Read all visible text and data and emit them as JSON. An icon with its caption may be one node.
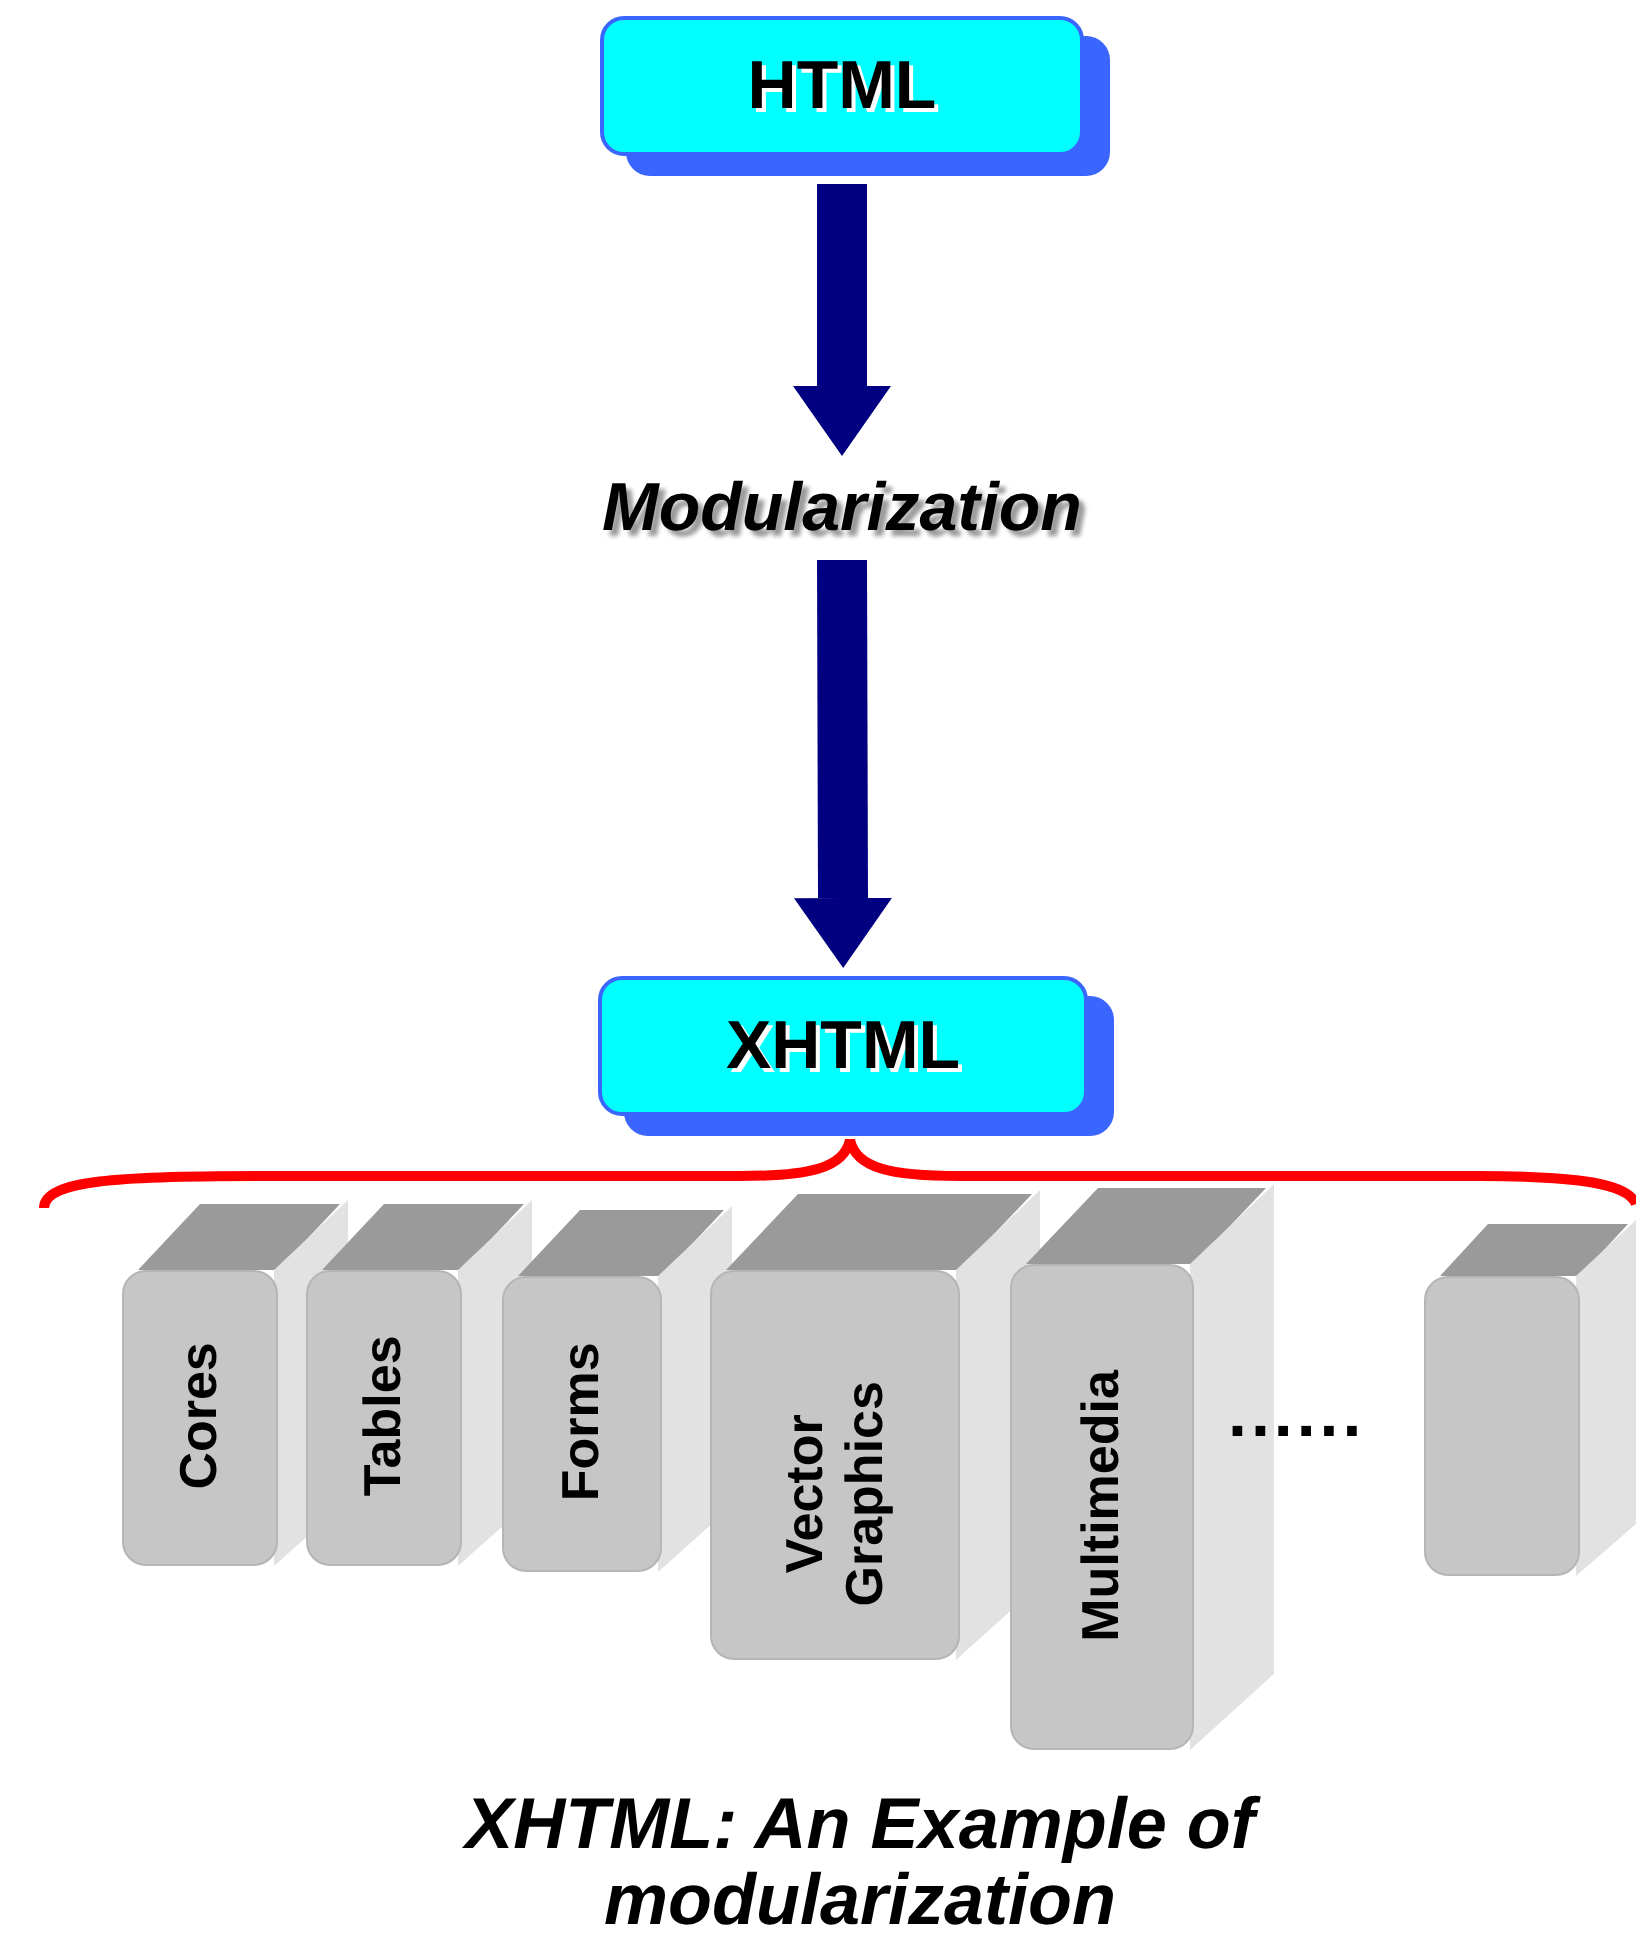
{
  "diagram": {
    "caption": "XHTML: An Example of modularization",
    "nodes": [
      {
        "text": [
          "HTML"
        ]
      },
      {
        "text": [
          "Modularization"
        ]
      },
      {
        "text": [
          "XHTML"
        ]
      },
      {
        "text": [
          "Cores"
        ]
      },
      {
        "text": [
          "Tables"
        ]
      },
      {
        "text": [
          "Forms"
        ]
      },
      {
        "text": [
          "Vector Graphics"
        ]
      },
      {
        "text": [
          "Multimedia"
        ]
      },
      {
        "text": [],
        "shape": "box"
      }
    ],
    "edges": [
      {
        "from": 0,
        "to": 1,
        "arrow": "to"
      },
      {
        "from": 1,
        "to": 2,
        "arrow": "to"
      }
    ],
    "labels": [
      "......"
    ]
  }
}
